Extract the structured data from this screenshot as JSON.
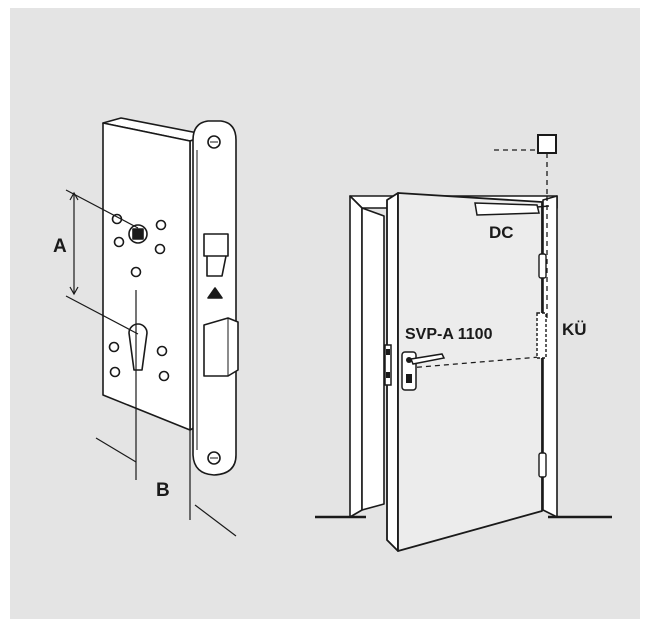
{
  "labels": {
    "dim_a": "A",
    "dim_b": "B",
    "closer": "DC",
    "contact": "KÜ",
    "lock_model": "SVP-A 1100"
  },
  "colors": {
    "panel_background": "#e4e4e4",
    "line": "#1a1a1a",
    "part_fill": "#ffffff",
    "door_fill": "#ececec"
  }
}
